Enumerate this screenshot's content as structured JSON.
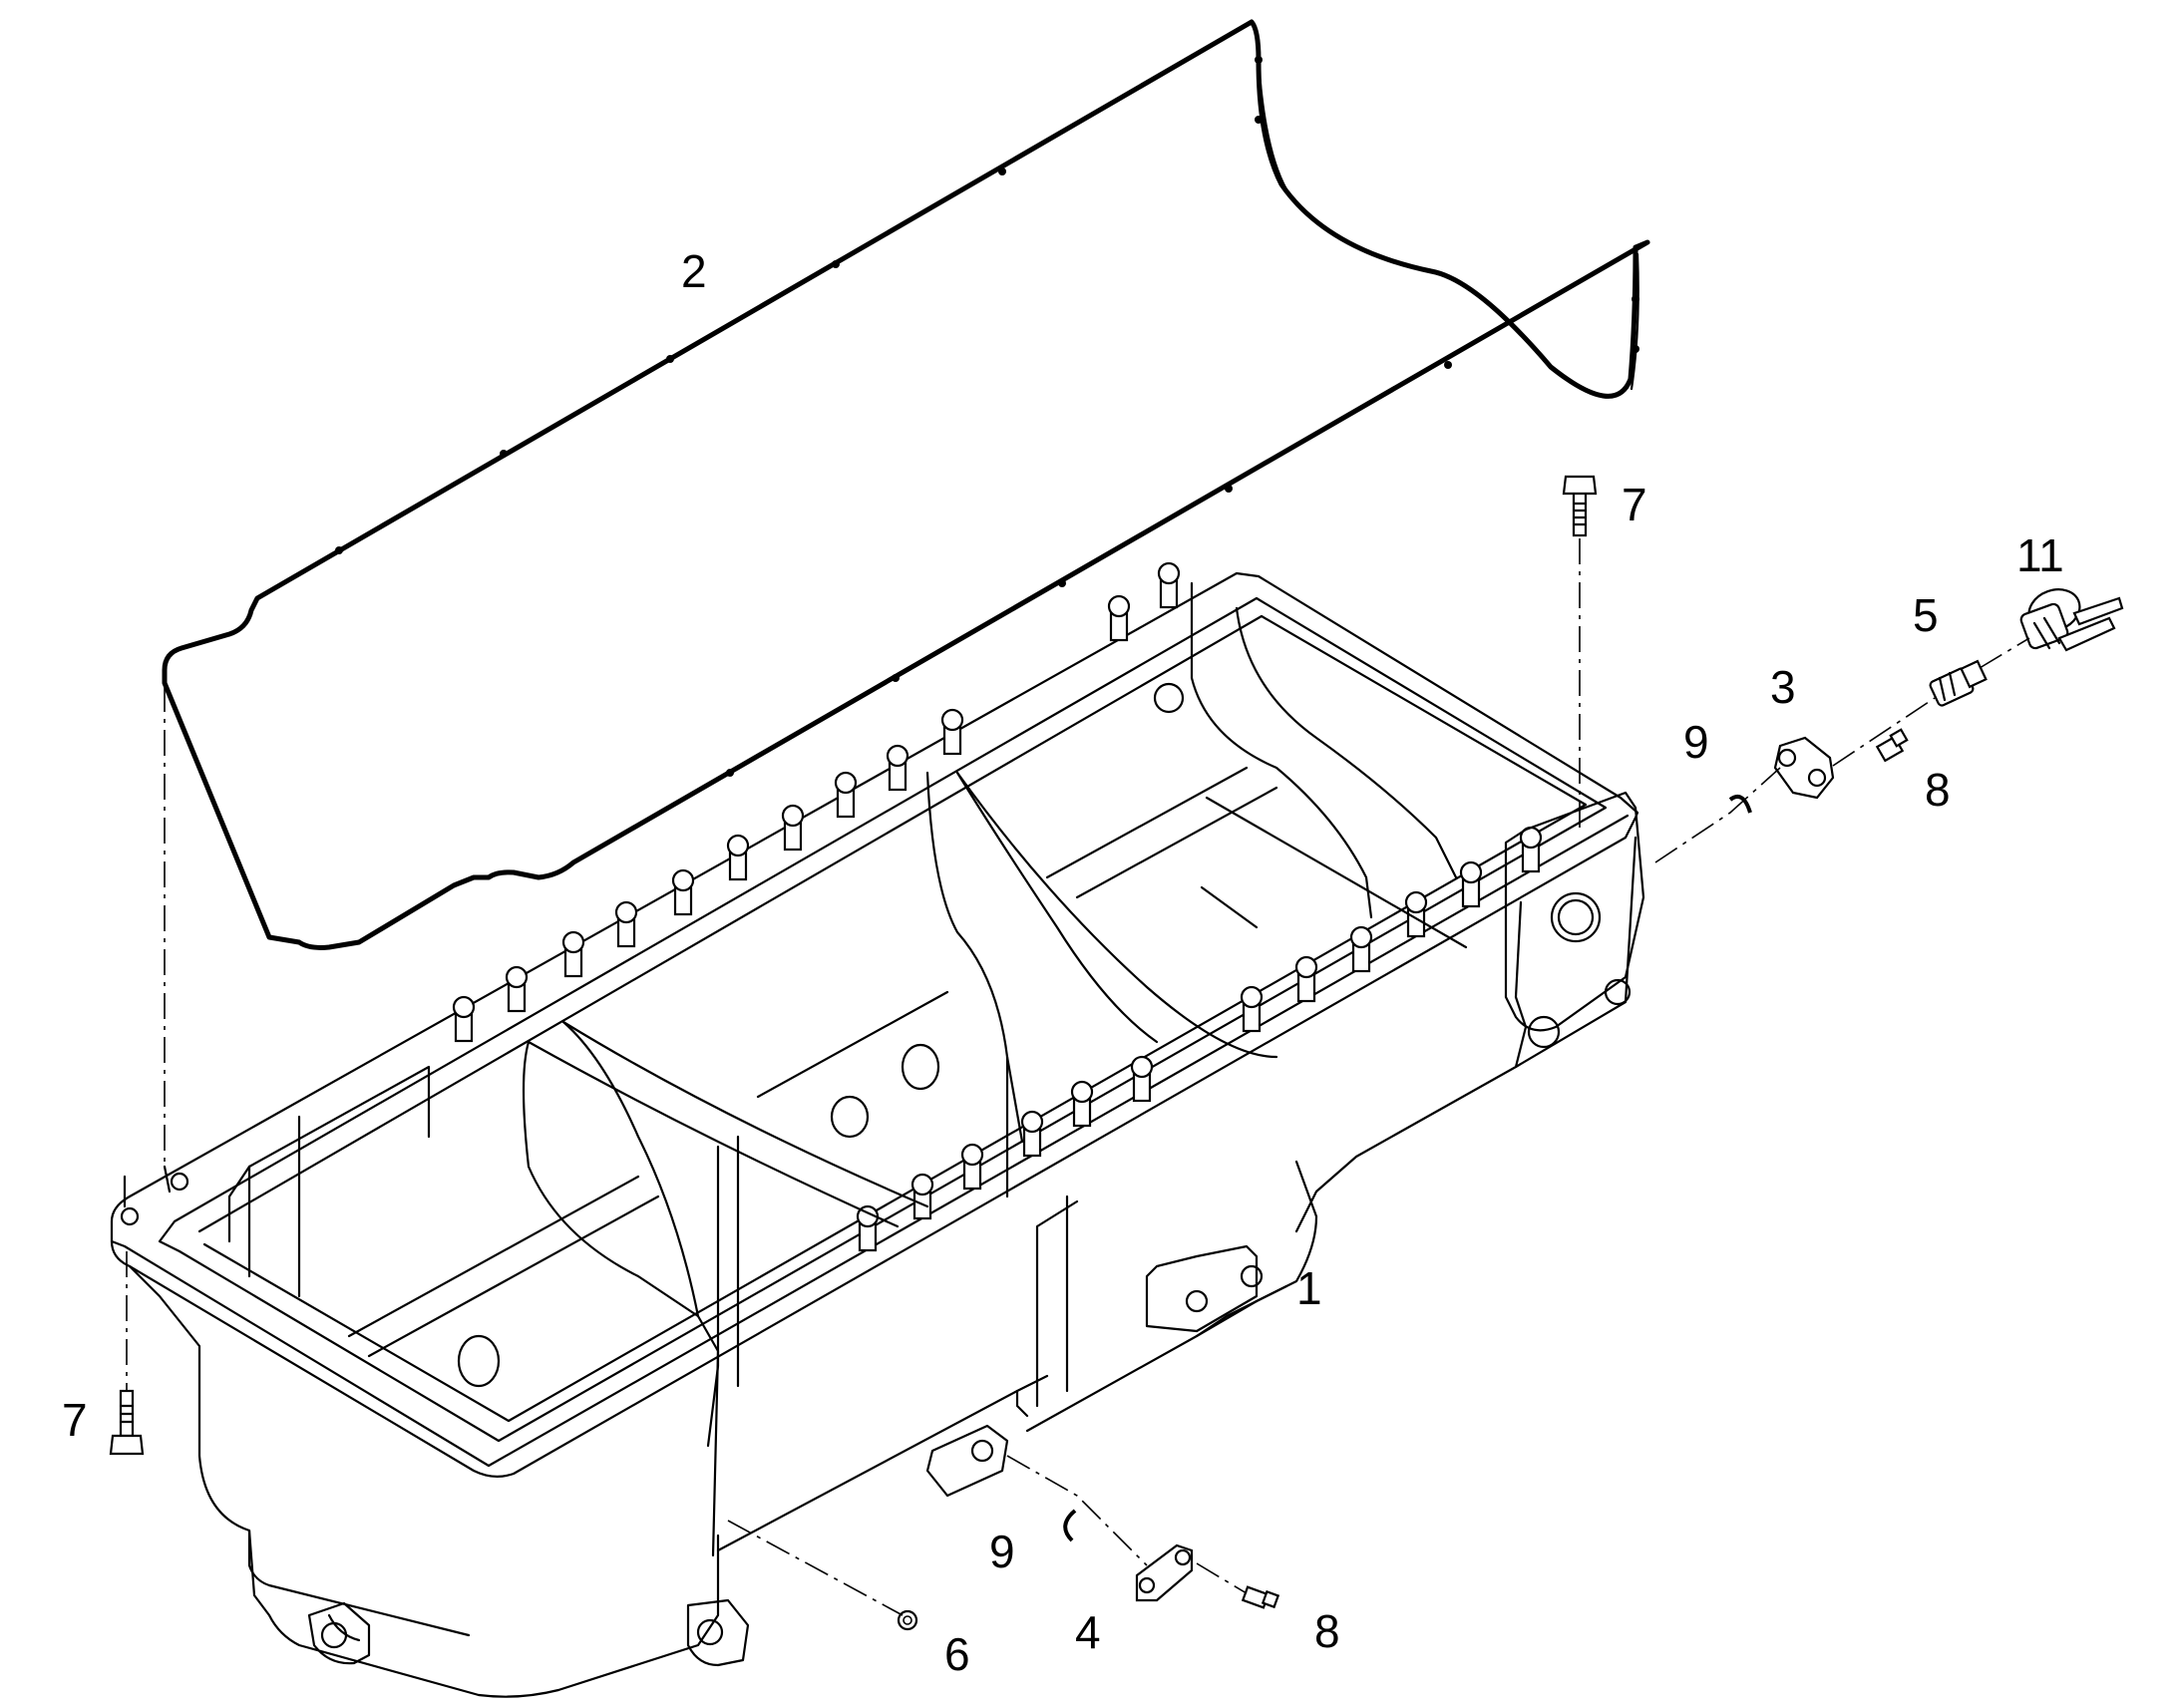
{
  "callouts": [
    {
      "id": "c1",
      "label": "1",
      "part": "oil-pan"
    },
    {
      "id": "c2",
      "label": "2",
      "part": "oil-pan-gasket"
    },
    {
      "id": "c3",
      "label": "3",
      "part": "cover-plate-upper"
    },
    {
      "id": "c4",
      "label": "4",
      "part": "cover-plate-lower"
    },
    {
      "id": "c5",
      "label": "5",
      "part": "sensor-adapter"
    },
    {
      "id": "c6",
      "label": "6",
      "part": "drain-plug"
    },
    {
      "id": "c7a",
      "label": "7",
      "part": "flange-bolt-right"
    },
    {
      "id": "c7b",
      "label": "7",
      "part": "flange-bolt-left"
    },
    {
      "id": "c8a",
      "label": "8",
      "part": "screw-upper"
    },
    {
      "id": "c8b",
      "label": "8",
      "part": "screw-lower"
    },
    {
      "id": "c9a",
      "label": "9",
      "part": "o-ring-upper"
    },
    {
      "id": "c9b",
      "label": "9",
      "part": "o-ring-lower"
    },
    {
      "id": "c11",
      "label": "11",
      "part": "sensor"
    }
  ]
}
